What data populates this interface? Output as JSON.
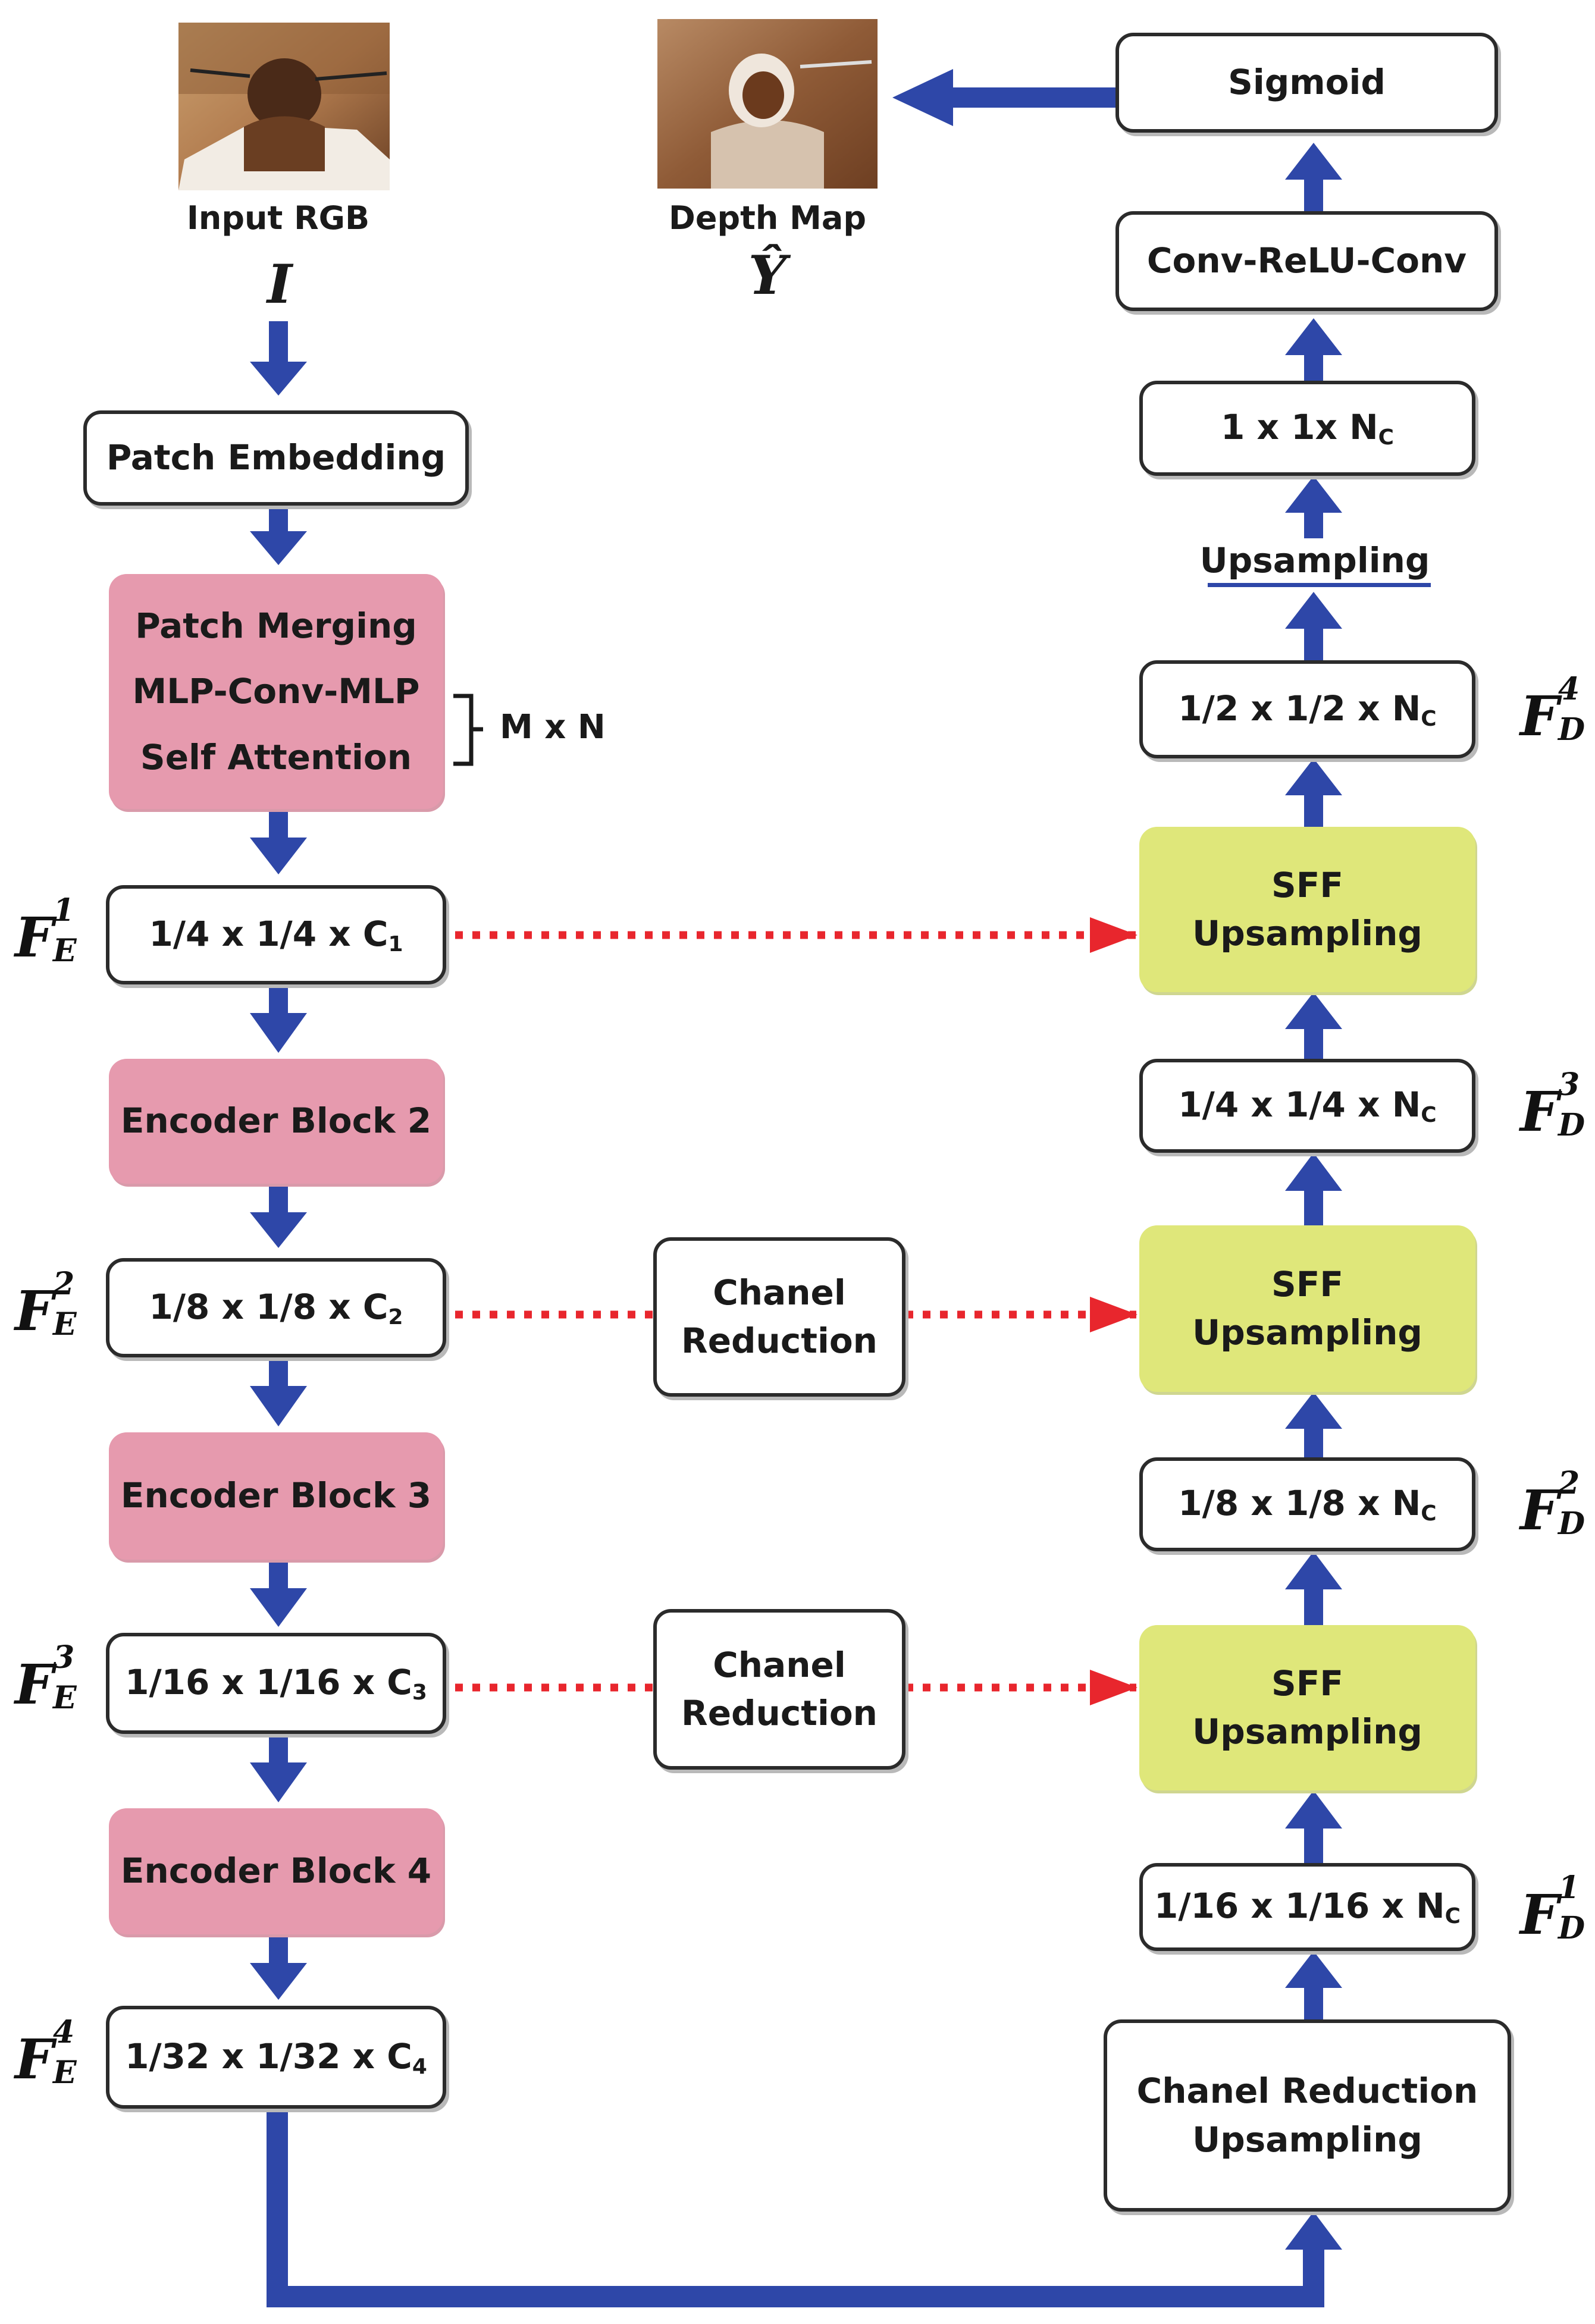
{
  "encoder": {
    "input_label": "Input RGB",
    "input_symbol": "I",
    "patch_embedding": "Patch Embedding",
    "block1": {
      "line1": "Patch Merging",
      "line2": "MLP-Conv-MLP",
      "line3": "Self Attention"
    },
    "repeat_label": "M x N",
    "feat1": {
      "text": "1/4 x 1/4 x C",
      "sub": "1"
    },
    "block2": "Encoder Block 2",
    "feat2": {
      "text": "1/8 x 1/8 x C",
      "sub": "2"
    },
    "block3": "Encoder Block 3",
    "feat3": {
      "text": "1/16 x 1/16 x C",
      "sub": "3"
    },
    "block4": "Encoder Block 4",
    "feat4": {
      "text": "1/32 x 1/32 x C",
      "sub": "4"
    },
    "labels": [
      {
        "base": "F",
        "sup": "1",
        "sub": "E"
      },
      {
        "base": "F",
        "sup": "2",
        "sub": "E"
      },
      {
        "base": "F",
        "sup": "3",
        "sub": "E"
      },
      {
        "base": "F",
        "sup": "4",
        "sub": "E"
      }
    ]
  },
  "middle": {
    "reduction1": {
      "line1": "Chanel",
      "line2": "Reduction"
    },
    "reduction2": {
      "line1": "Chanel",
      "line2": "Reduction"
    }
  },
  "decoder": {
    "output_label": "Depth Map",
    "output_symbol": "Ŷ",
    "sigmoid": "Sigmoid",
    "conv_relu_conv": "Conv-ReLU-Conv",
    "full": {
      "text": "1 x 1x N",
      "sub": "C"
    },
    "upsampling_label": "Upsampling",
    "half": {
      "text": "1/2 x 1/2 x N",
      "sub": "C"
    },
    "sff1": {
      "line1": "SFF",
      "line2": "Upsampling"
    },
    "quarter": {
      "text": "1/4 x 1/4 x N",
      "sub": "C"
    },
    "sff2": {
      "line1": "SFF",
      "line2": "Upsampling"
    },
    "eighth": {
      "text": "1/8 x 1/8 x N",
      "sub": "C"
    },
    "sff3": {
      "line1": "SFF",
      "line2": "Upsampling"
    },
    "sixteenth": {
      "text": "1/16 x 1/16 x N",
      "sub": "C"
    },
    "reduction_up": {
      "line1": "Chanel Reduction",
      "line2": "Upsampling"
    },
    "labels": [
      {
        "base": "F",
        "sup": "4",
        "sub": "D"
      },
      {
        "base": "F",
        "sup": "3",
        "sub": "D"
      },
      {
        "base": "F",
        "sup": "2",
        "sub": "D"
      },
      {
        "base": "F",
        "sup": "1",
        "sub": "D"
      }
    ]
  },
  "colors": {
    "flow_arrow": "#2e47a8",
    "skip_arrow": "#e8262d",
    "encoder_block": "#e69aae",
    "sff_block": "#dfe77a",
    "box_border": "#2b2b2b"
  }
}
